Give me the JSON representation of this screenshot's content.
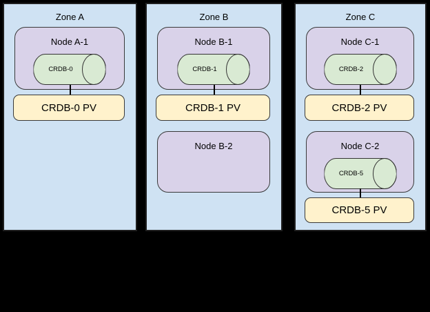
{
  "diagram": {
    "description": "Three availability zones with Kubernetes nodes hosting CockroachDB pods and persistent volumes",
    "colors": {
      "background": "#000000",
      "zone_fill": "#cfe2f3",
      "node_fill": "#d9d2e9",
      "cylinder_fill": "#d9ead3",
      "pv_fill": "#fff2cc",
      "stroke": "#333333"
    }
  },
  "zones": [
    {
      "label": "Zone A",
      "nodes": [
        {
          "label": "Node A-1",
          "cylinder": "CRDB-0",
          "pv": "CRDB-0 PV"
        }
      ]
    },
    {
      "label": "Zone B",
      "nodes": [
        {
          "label": "Node B-1",
          "cylinder": "CRDB-1",
          "pv": "CRDB-1 PV"
        },
        {
          "label": "Node B-2"
        }
      ]
    },
    {
      "label": "Zone C",
      "nodes": [
        {
          "label": "Node C-1",
          "cylinder": "CRDB-2",
          "pv": "CRDB-2 PV"
        },
        {
          "label": "Node C-2",
          "cylinder": "CRDB-5",
          "pv": "CRDB-5 PV"
        }
      ]
    }
  ]
}
